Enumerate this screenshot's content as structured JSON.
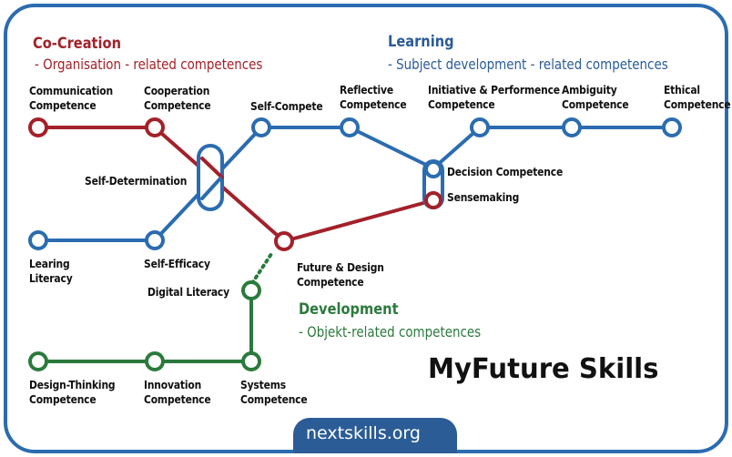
{
  "colors": {
    "red": "#a3212a",
    "blue": "#2b6cb0",
    "green": "#2b7a3d",
    "frame": "#2b6cb0"
  },
  "legend": {
    "co_creation_title": "Co-Creation",
    "co_creation_subtitle": "- Organisation - related competences",
    "learning_title": "Learning",
    "learning_subtitle": "- Subject development - related competences",
    "development_title": "Development",
    "development_subtitle": "- Objekt-related competences"
  },
  "stations": {
    "communication": "Communication\nCompetence",
    "cooperation": "Cooperation\nCompetence",
    "self_compete": "Self-Compete",
    "reflective": "Reflective\nCompetence",
    "initiative": "Initiative & Performence\nCompetence",
    "ambiguity": "Ambiguity\nCompetence",
    "ethical": "Ethical\nCompetence",
    "self_determination": "Self-Determination",
    "decision": "Decision Competence",
    "sensemaking": "Sensemaking",
    "learing_literacy": "Learing\nLiteracy",
    "self_efficacy": "Self-Efficacy",
    "future_design": "Future & Design\nCompetence",
    "digital_literacy": "Digital Literacy",
    "design_thinking": "Design-Thinking\nCompetence",
    "innovation": "Innovation\nCompetence",
    "systems": "Systems\nCompetence"
  },
  "brand": {
    "name": "MyFuture Skills",
    "site": "nextskills.org"
  }
}
